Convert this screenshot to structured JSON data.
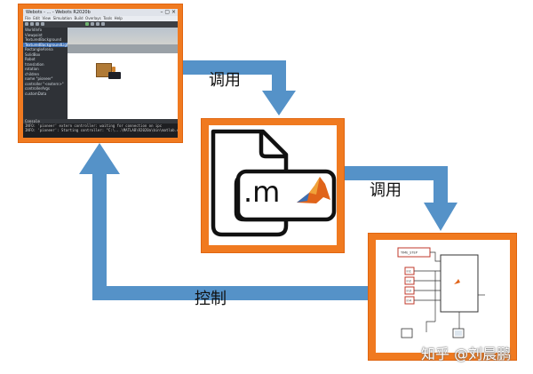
{
  "labels": {
    "call_1": "调用",
    "call_2": "调用",
    "control": "控制"
  },
  "file_icon": {
    "extension": ".m",
    "logo": "matlab-logo-icon"
  },
  "webots": {
    "title": "Webots - ... - Webots R2020b",
    "menu": [
      "File",
      "Edit",
      "View",
      "Simulation",
      "Build",
      "Overlays",
      "Tools",
      "Help"
    ],
    "tree_items": [
      "WorldInfo",
      "Viewpoint",
      "TexturedBackground",
      "TexturedBackgroundLight",
      "RectangleArena",
      "SolidBox",
      "Robot",
      "  translation",
      "  rotation",
      "  children",
      "  name \"pioneer\"",
      "  controller \"<extern>\"",
      "  controllerArgs",
      "  customData"
    ],
    "console_header": "Console",
    "console_lines": [
      "INFO: 'pioneer' extern controller: waiting for connection on ipc",
      "INFO: 'pioneer': Starting controller: \"C:\\...\\MATLAB\\R2020a\\bin\\matlab.exe\""
    ]
  },
  "simulink": {
    "time_step_label": "TIME_STEP",
    "inputs": [
      "in1",
      "in2",
      "in3",
      "in4"
    ]
  },
  "watermark": "知乎 @刘晨鹏",
  "colors": {
    "frame_orange": "#f07a20",
    "arrow_blue": "#5592c8"
  }
}
